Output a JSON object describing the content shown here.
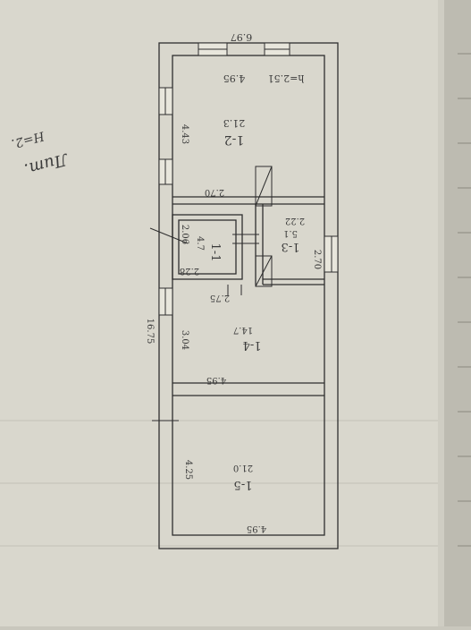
{
  "sheet": {
    "side_annotation": "Лит.",
    "side_annotation_sub": "Н=2."
  },
  "plan": {
    "overall_width": "6.97",
    "total_length": "16.75",
    "height_label": "h=2.51",
    "colors": {
      "wall": "#2e2e2e",
      "red_id": "#c0392b",
      "green_height": "#2f6b3a",
      "paper": "#d6d3c8"
    },
    "rooms": [
      {
        "id": "1-1",
        "area": "4.7",
        "dims": [
          "2.06",
          "2.28",
          "2.70"
        ]
      },
      {
        "id": "1-2",
        "area": "21.3",
        "dims": [
          "4.95",
          "4.43"
        ]
      },
      {
        "id": "1-3",
        "area": "5.1",
        "dims": [
          "2.22",
          "2.70"
        ]
      },
      {
        "id": "1-4",
        "area": "14.7",
        "dims": [
          "2.75",
          "3.04",
          "4.95"
        ]
      },
      {
        "id": "1-5",
        "area": "21.0",
        "dims": [
          "4.25",
          "4.95"
        ]
      }
    ]
  }
}
